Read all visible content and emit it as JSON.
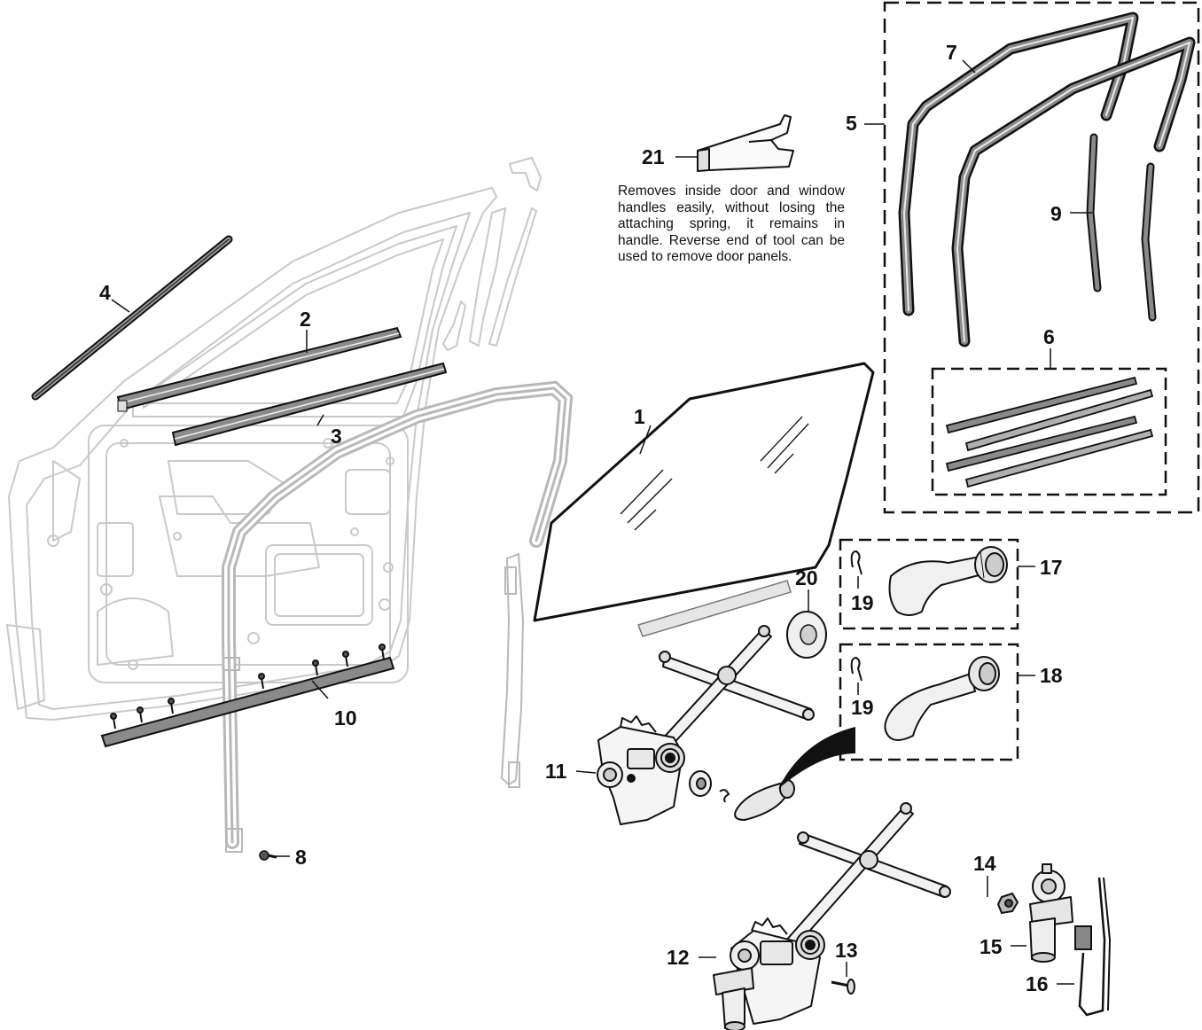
{
  "note": "Removes inside door and window handles easily, without losing the attaching spring, it remains in handle. Reverse end of tool can be used to remove door panels.",
  "labels": {
    "p1": "1",
    "p2": "2",
    "p3": "3",
    "p4": "4",
    "p5": "5",
    "p6": "6",
    "p7": "7",
    "p8": "8",
    "p9": "9",
    "p10": "10",
    "p11": "11",
    "p12": "12",
    "p13": "13",
    "p14": "14",
    "p15": "15",
    "p16": "16",
    "p17": "17",
    "p18": "18",
    "p19a": "19",
    "p19b": "19",
    "p20": "20",
    "p21": "21"
  },
  "colors": {
    "ink": "#111111",
    "ghost": "#c8c8c8",
    "rubber": "#5a5a5a",
    "fill": "#f2f2f2"
  }
}
